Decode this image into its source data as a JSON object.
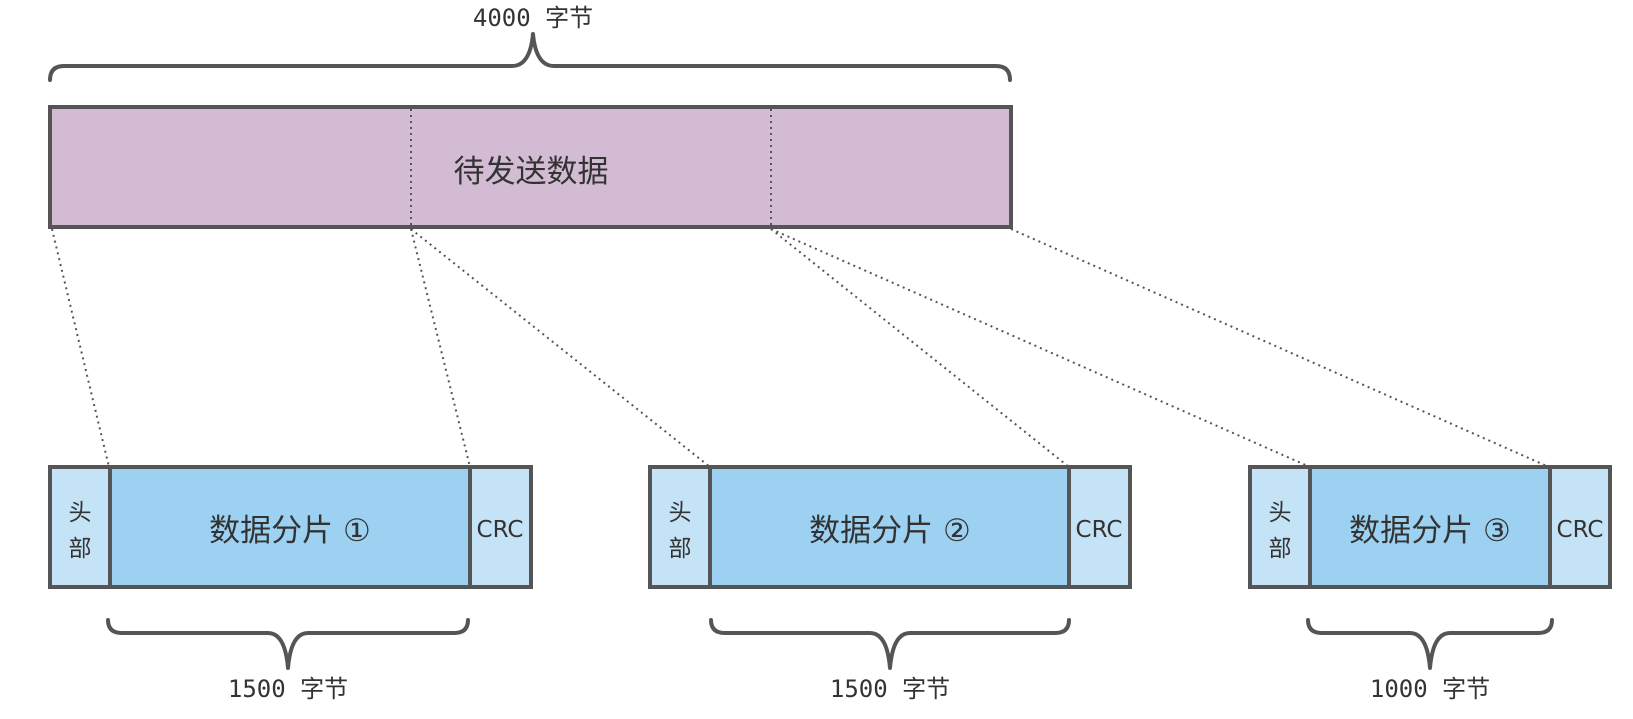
{
  "top": {
    "size_label": "4000 字节",
    "block_label": "待发送数据",
    "block_color": "#d3bcd3"
  },
  "fragments": [
    {
      "header_label": [
        "头",
        "部"
      ],
      "data_label": "数据分片 ①",
      "crc_label": "CRC",
      "size_label": "1500 字节"
    },
    {
      "header_label": [
        "头",
        "部"
      ],
      "data_label": "数据分片 ②",
      "crc_label": "CRC",
      "size_label": "1500 字节"
    },
    {
      "header_label": [
        "头",
        "部"
      ],
      "data_label": "数据分片 ③",
      "crc_label": "CRC",
      "size_label": "1000 字节"
    }
  ],
  "colors": {
    "data_fill": "#9cd1f2",
    "side_fill": "#c4e3f6",
    "stroke": "#555555"
  }
}
